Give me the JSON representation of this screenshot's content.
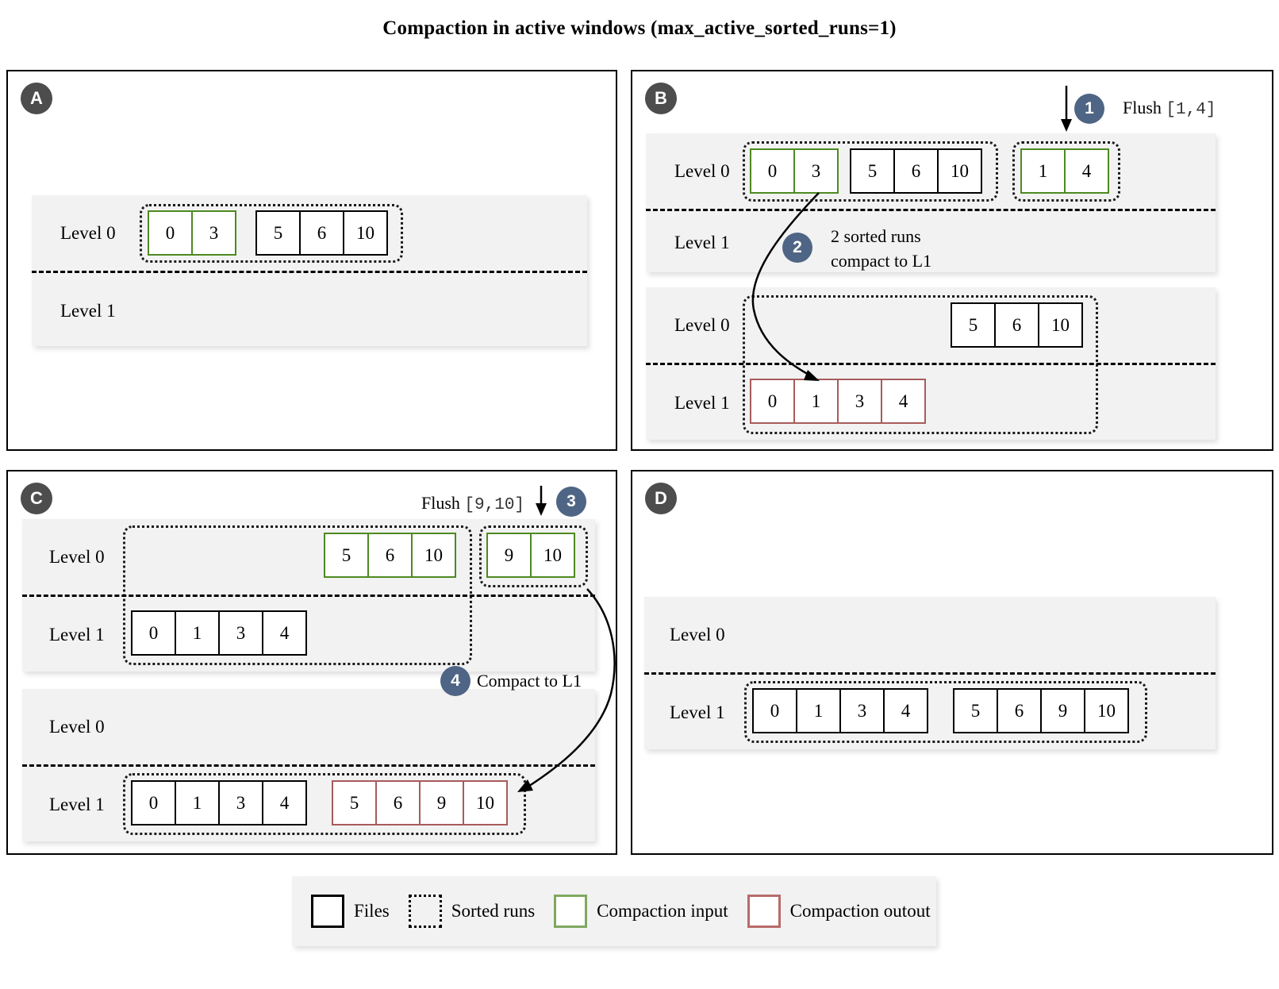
{
  "title": "Compaction in active windows (max_active_sorted_runs=1)",
  "colors": {
    "compaction_input": "#4d8a20",
    "compaction_output": "#a85b5b",
    "file_border": "#000000",
    "step_badge": "#4f6585",
    "panel_badge": "#4d4d4d",
    "band": "#f2f2f2"
  },
  "levels": {
    "l0": "Level 0",
    "l1": "Level 1"
  },
  "panels": {
    "a": {
      "badge": "A",
      "blocks": [
        {
          "level0": {
            "label": "Level 0",
            "groups": [
              {
                "color": "green",
                "cells": [
                  "0",
                  "3"
                ]
              },
              {
                "color": "black",
                "cells": [
                  "5",
                  "6",
                  "10"
                ]
              }
            ]
          },
          "level1": {
            "label": "Level 1",
            "groups": []
          }
        }
      ]
    },
    "b": {
      "badge": "B",
      "step1": "1",
      "flush_label": "Flush",
      "flush_range": "[1,4]",
      "step2": "2",
      "note2_line1": "2 sorted runs",
      "note2_line2": "compact to L1",
      "block_top": {
        "level0": {
          "label": "Level 0",
          "run1": [
            {
              "color": "green",
              "cells": [
                "0",
                "3"
              ]
            },
            {
              "color": "black",
              "cells": [
                "5",
                "6",
                "10"
              ]
            }
          ],
          "run2": [
            {
              "color": "green",
              "cells": [
                "1",
                "4"
              ]
            }
          ]
        },
        "level1": {
          "label": "Level 1",
          "groups": []
        }
      },
      "block_bottom": {
        "level0": {
          "label": "Level 0",
          "groups": [
            {
              "color": "black",
              "cells": [
                "5",
                "6",
                "10"
              ]
            }
          ]
        },
        "level1": {
          "label": "Level 1",
          "groups": [
            {
              "color": "red",
              "cells": [
                "0",
                "1",
                "3",
                "4"
              ]
            }
          ]
        }
      }
    },
    "c": {
      "badge": "C",
      "step3": "3",
      "flush_label": "Flush",
      "flush_range": "[9,10]",
      "step4": "4",
      "note4": "Compact to L1",
      "block_top": {
        "level0": {
          "label": "Level 0",
          "run1": [
            {
              "color": "green",
              "cells": [
                "5",
                "6",
                "10"
              ]
            }
          ],
          "run2": [
            {
              "color": "green",
              "cells": [
                "9",
                "10"
              ]
            }
          ]
        },
        "level1": {
          "label": "Level 1",
          "groups": [
            {
              "color": "black",
              "cells": [
                "0",
                "1",
                "3",
                "4"
              ]
            }
          ]
        }
      },
      "block_bottom": {
        "level0": {
          "label": "Level 0",
          "groups": []
        },
        "level1": {
          "label": "Level 1",
          "groups": [
            {
              "color": "black",
              "cells": [
                "0",
                "1",
                "3",
                "4"
              ]
            },
            {
              "color": "red",
              "cells": [
                "5",
                "6",
                "9",
                "10"
              ]
            }
          ]
        }
      }
    },
    "d": {
      "badge": "D",
      "block": {
        "level0": {
          "label": "Level 0",
          "groups": []
        },
        "level1": {
          "label": "Level 1",
          "groups": [
            {
              "color": "black",
              "cells": [
                "0",
                "1",
                "3",
                "4"
              ]
            },
            {
              "color": "black",
              "cells": [
                "5",
                "6",
                "9",
                "10"
              ]
            }
          ]
        }
      }
    }
  },
  "legend": {
    "items": [
      {
        "swatch": "solid",
        "label": "Files"
      },
      {
        "swatch": "dotted",
        "label": "Sorted runs"
      },
      {
        "swatch": "green",
        "label": "Compaction input"
      },
      {
        "swatch": "red",
        "label": "Compaction outout"
      }
    ]
  }
}
